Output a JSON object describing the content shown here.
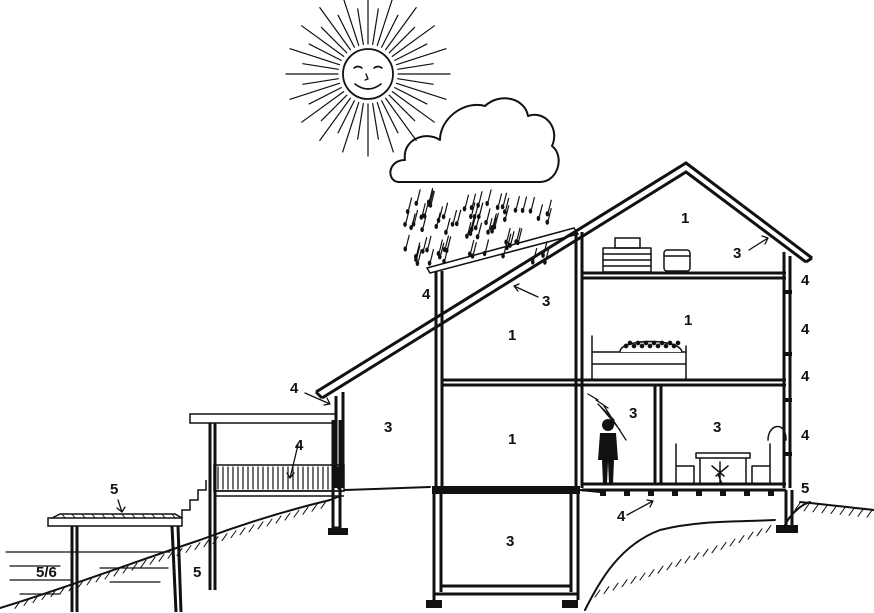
{
  "labels": [
    {
      "id": "attic-1",
      "text": "1"
    },
    {
      "id": "attic-3",
      "text": "3"
    },
    {
      "id": "attic-wall-4a",
      "text": "4"
    },
    {
      "id": "attic-wall-4b",
      "text": "4"
    },
    {
      "id": "roof-underside-3",
      "text": "3"
    },
    {
      "id": "chimney-wall-4",
      "text": "4"
    },
    {
      "id": "mid-left-1",
      "text": "1"
    },
    {
      "id": "mid-right-1",
      "text": "1"
    },
    {
      "id": "ground-left-3",
      "text": "3"
    },
    {
      "id": "ground-center-1",
      "text": "1"
    },
    {
      "id": "bathroom-3",
      "text": "3"
    },
    {
      "id": "kitchen-3",
      "text": "3"
    },
    {
      "id": "right-wall-4a",
      "text": "4"
    },
    {
      "id": "right-wall-4b",
      "text": "4"
    },
    {
      "id": "eave-4",
      "text": "4"
    },
    {
      "id": "deck-railing-4",
      "text": "4"
    },
    {
      "id": "floor-4",
      "text": "4"
    },
    {
      "id": "foundation-5",
      "text": "5"
    },
    {
      "id": "basement-3",
      "text": "3"
    },
    {
      "id": "dock-5",
      "text": "5"
    },
    {
      "id": "pile-5",
      "text": "5"
    },
    {
      "id": "water-5-6",
      "text": "5/6"
    }
  ]
}
